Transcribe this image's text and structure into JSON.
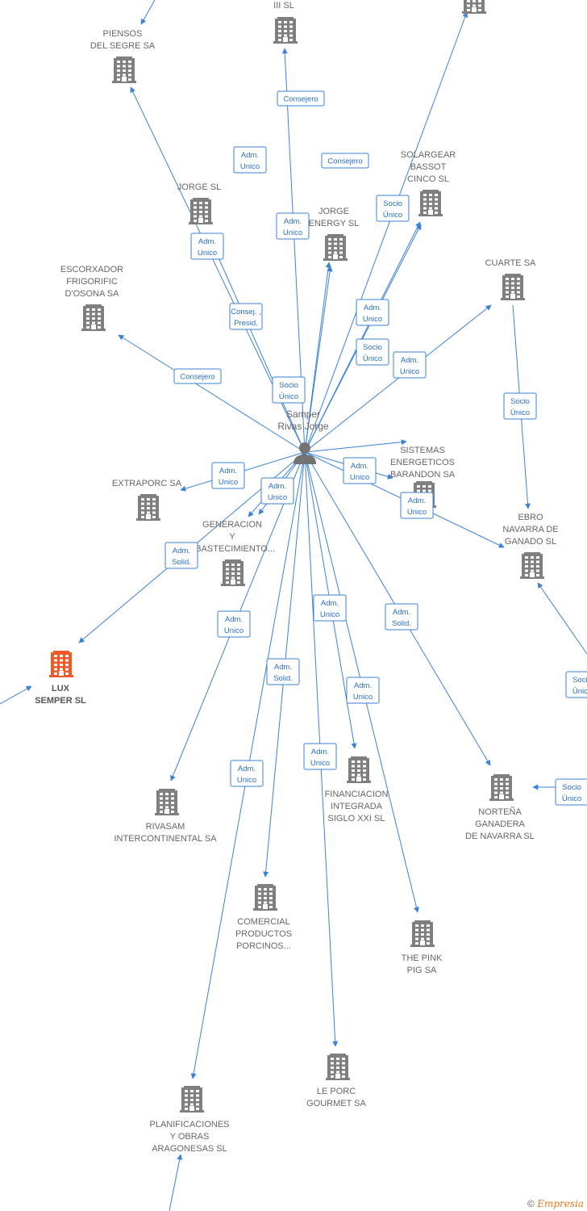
{
  "footer": {
    "copyright": "©",
    "brand": "Empresia"
  },
  "colors": {
    "edge": "#3b82d6",
    "building": "#7f7f7f",
    "focus": "#f05a28",
    "person": "#737373"
  },
  "person": {
    "lines": [
      "Samper",
      "Rivas Jorge"
    ]
  },
  "companies": [
    {
      "id": "iii",
      "lines": [
        "III SL"
      ],
      "focus": false
    },
    {
      "id": "top_right",
      "lines": [],
      "focus": false
    },
    {
      "id": "piensos",
      "lines": [
        "PIENSOS",
        "DEL SEGRE SA"
      ],
      "focus": false
    },
    {
      "id": "jorge",
      "lines": [
        "JORGE SL"
      ],
      "focus": false
    },
    {
      "id": "jorge_energy",
      "lines": [
        "JORGE",
        "ENERGY SL"
      ],
      "focus": false
    },
    {
      "id": "solargear",
      "lines": [
        "SOLARGEAR",
        "BASSOT",
        "CINCO SL"
      ],
      "focus": false
    },
    {
      "id": "escorxador",
      "lines": [
        "ESCORXADOR",
        "FRIGORIFIC",
        "D'OSONA SA"
      ],
      "focus": false
    },
    {
      "id": "cuarte",
      "lines": [
        "CUARTE SA"
      ],
      "focus": false
    },
    {
      "id": "sistemas",
      "lines": [
        "SISTEMAS",
        "ENERGETICOS",
        "BARANDON SA"
      ],
      "focus": false
    },
    {
      "id": "extraporc",
      "lines": [
        "EXTRAPORC SA"
      ],
      "focus": false
    },
    {
      "id": "generacion",
      "lines": [
        "GENERACION",
        "Y",
        "ABASTECIMIENTO..."
      ],
      "focus": false
    },
    {
      "id": "ebro",
      "lines": [
        "EBRO",
        "NAVARRA DE",
        "GANADO SL"
      ],
      "focus": false
    },
    {
      "id": "lux",
      "lines": [
        "LUX",
        "SEMPER  SL"
      ],
      "focus": true
    },
    {
      "id": "rivasam",
      "lines": [
        "RIVASAM",
        "INTERCONTINENTAL SA"
      ],
      "focus": false
    },
    {
      "id": "financiacion",
      "lines": [
        "FINANCIACION",
        "INTEGRADA",
        "SIGLO XXI  SL"
      ],
      "focus": false
    },
    {
      "id": "nortena",
      "lines": [
        "NORTEÑA",
        "GANADERA",
        "DE NAVARRA SL"
      ],
      "focus": false
    },
    {
      "id": "comercial",
      "lines": [
        "COMERCIAL",
        "PRODUCTOS",
        "PORCINOS..."
      ],
      "focus": false
    },
    {
      "id": "pink",
      "lines": [
        "THE PINK",
        "PIG SA"
      ],
      "focus": false
    },
    {
      "id": "leporc",
      "lines": [
        "LE PORC",
        "GOURMET SA"
      ],
      "focus": false
    },
    {
      "id": "planificaciones",
      "lines": [
        "PLANIFICACIONES",
        "Y OBRAS",
        "ARAGONESAS SL"
      ],
      "focus": false
    }
  ],
  "relations": [
    {
      "target": "iii",
      "role": [
        "Consejero"
      ]
    },
    {
      "target": "top_right",
      "role": [
        "Consejero"
      ]
    },
    {
      "target": "piensos",
      "role": [
        "Consej. ,",
        "Presid."
      ]
    },
    {
      "target": "jorge",
      "role": [
        "Adm.",
        "Unico"
      ]
    },
    {
      "target": "jorge_energy",
      "role": [
        "Adm.",
        "Unico"
      ]
    },
    {
      "target": "jorge_energy",
      "role": [
        "Adm.",
        "Unico"
      ]
    },
    {
      "target": "jorge_energy",
      "role": [
        "Socio",
        "Único"
      ]
    },
    {
      "target": "solargear",
      "role": [
        "Adm.",
        "Unico"
      ]
    },
    {
      "target": "solargear",
      "role": [
        "Socio",
        "Único"
      ]
    },
    {
      "target": "escorxador",
      "role": [
        "Consejero"
      ]
    },
    {
      "target": "cuarte",
      "role": [
        "Adm.",
        "Unico"
      ]
    },
    {
      "target": "sistemas",
      "role": [
        "Adm.",
        "Unico"
      ]
    },
    {
      "target": "sistemas",
      "role": [
        "Socio",
        "Único"
      ]
    },
    {
      "target": "extraporc",
      "role": [
        "Adm.",
        "Unico"
      ]
    },
    {
      "target": "generacion",
      "role": [
        "Adm.",
        "Unico"
      ]
    },
    {
      "target": "generacion",
      "role": [
        "Adm.",
        "Unico"
      ]
    },
    {
      "target": "ebro",
      "role": [
        "Adm.",
        "Solid."
      ]
    },
    {
      "target": "lux",
      "role": [
        "Adm.",
        "Unico"
      ]
    },
    {
      "target": "rivasam",
      "role": [
        "Adm.",
        "Unico"
      ]
    },
    {
      "target": "financiacion",
      "role": [
        "Adm.",
        "Solid."
      ]
    },
    {
      "target": "nortena",
      "role": [
        "Adm.",
        "Solid."
      ]
    },
    {
      "target": "comercial",
      "role": [
        "Adm.",
        "Unico"
      ]
    },
    {
      "target": "pink",
      "role": [
        "Adm.",
        "Unico"
      ]
    },
    {
      "target": "leporc",
      "role": [
        "Adm.",
        "Unico"
      ]
    },
    {
      "target": "planificaciones",
      "role": [
        "Adm.",
        "Unico"
      ]
    }
  ],
  "side_relations": [
    {
      "from": "cuarte",
      "to": "ebro",
      "role": [
        "Socio",
        "Único"
      ]
    },
    {
      "from": "offscreen_right_mid",
      "to": "ebro",
      "role": [
        "Socio",
        "Único"
      ]
    },
    {
      "from": "offscreen_right_low",
      "to": "nortena",
      "role": [
        "Socio",
        "Único"
      ]
    },
    {
      "from": "offscreen_left",
      "to": "lux",
      "role": []
    },
    {
      "from": "offscreen_bottom",
      "to": "planificaciones",
      "role": []
    },
    {
      "from": "offscreen_top",
      "to": "piensos",
      "role": []
    }
  ]
}
